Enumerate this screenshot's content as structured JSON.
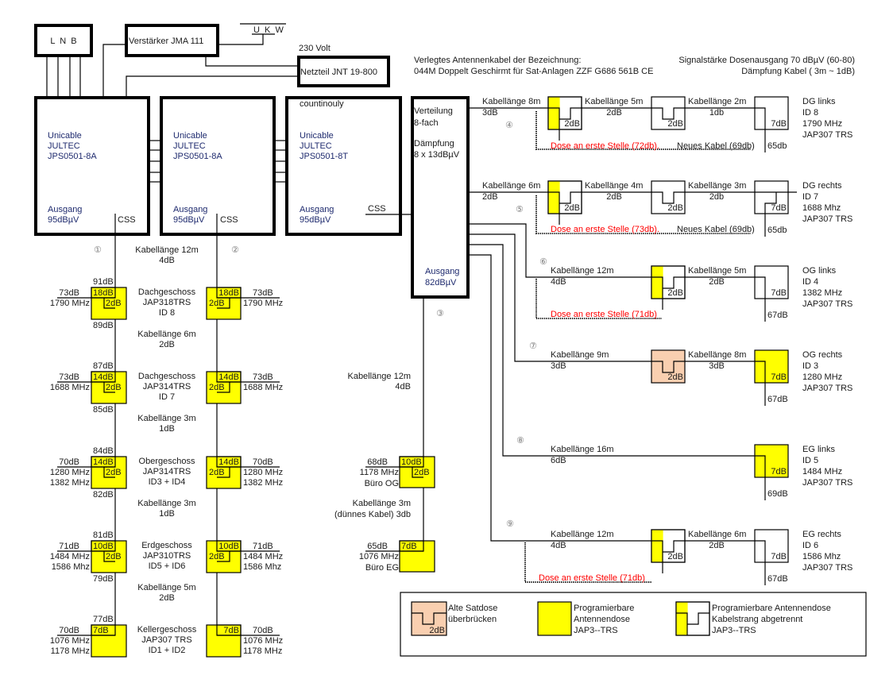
{
  "colors": {
    "yellow": "#FFFF00",
    "old_socket": "#F9CFB0",
    "note_red": "#FF0000",
    "device_text": "#1E2A6E"
  },
  "top": {
    "lnb": "L  N  B",
    "amplifier": "Verstärker JMA 111",
    "ukw": "U  K  W",
    "voltage": "230 Volt",
    "power_supply": "Netzteil JNT 19-800",
    "cable_note": [
      "Verlegtes Antennenkabel der Bezeichnung:",
      "044M Doppelt Geschirmt für Sat-Anlagen ZZF G686 561B CE"
    ],
    "signal_note": [
      "Signalstärke Dosenausgang 70 dBµV (60-80)",
      "Dämpfung Kabel ( 3m ~ 1dB)"
    ]
  },
  "multiswitches": [
    {
      "note": "",
      "lines": [
        "Unicable",
        "JULTEC",
        "JPS0501-8A"
      ],
      "output_label": "Ausgang",
      "output_level": "95dBµV",
      "port": "CSS"
    },
    {
      "note": "",
      "lines": [
        "Unicable",
        "JULTEC",
        "JPS0501-8A"
      ],
      "output_label": "Ausgang",
      "output_level": "95dBµV",
      "port": "CSS"
    },
    {
      "note": "countinouly",
      "lines": [
        "Unicable",
        "JULTEC",
        "JPS0501-8T"
      ],
      "output_label": "Ausgang",
      "output_level": "95dBµV",
      "port": "CSS"
    }
  ],
  "distributor": {
    "lines": [
      "Verteilung",
      "8-fach"
    ],
    "damping": [
      "Dämpfung",
      "8 x 13dBµV"
    ],
    "output_label": "Ausgang",
    "output_level": "82dBµV"
  },
  "circuit_numbers": [
    "①",
    "②",
    "③",
    "④",
    "⑤",
    "⑥",
    "⑦",
    "⑧",
    "⑨"
  ],
  "risers": {
    "trunk_cable": {
      "length": "Kabellänge 12m",
      "loss": "4dB"
    },
    "floors": [
      {
        "name": "Dachgeschoss",
        "model": "JAP318TRS",
        "id": "ID 8",
        "tap": "18dB",
        "through": "2dB",
        "in_level": "91dB",
        "out_level": "89dB",
        "left": {
          "level": "73dB",
          "freqs": [
            "1790 MHz"
          ]
        },
        "right": {
          "level": "73dB",
          "freqs": [
            "1790 MHz"
          ]
        },
        "cable_below": {
          "length": "Kabellänge 6m",
          "loss": "2dB"
        }
      },
      {
        "name": "Dachgeschoss",
        "model": "JAP314TRS",
        "id": "ID 7",
        "tap": "14dB",
        "through": "2dB",
        "in_level": "87dB",
        "out_level": "85dB",
        "left": {
          "level": "73dB",
          "freqs": [
            "1688 MHz"
          ]
        },
        "right": {
          "level": "73dB",
          "freqs": [
            "1688 MHz"
          ]
        },
        "cable_below": {
          "length": "Kabellänge 3m",
          "loss": "1dB"
        }
      },
      {
        "name": "Obergeschoss",
        "model": "JAP314TRS",
        "id": "ID3 + ID4",
        "tap": "14dB",
        "through": "2dB",
        "in_level": "84dB",
        "out_level": "82dB",
        "left": {
          "level": "70dB",
          "freqs": [
            "1280 MHz",
            "1382 MHz"
          ]
        },
        "right": {
          "level": "70dB",
          "freqs": [
            "1280 MHz",
            "1382 MHz"
          ]
        },
        "cable_below": {
          "length": "Kabellänge 3m",
          "loss": "1dB"
        }
      },
      {
        "name": "Erdgeschoss",
        "model": "JAP310TRS",
        "id": "ID5 + ID6",
        "tap": "10dB",
        "through": "2dB",
        "in_level": "81dB",
        "out_level": "79dB",
        "left": {
          "level": "71dB",
          "freqs": [
            "1484 MHz",
            "1586 Mhz"
          ]
        },
        "right": {
          "level": "71dB",
          "freqs": [
            "1484 MHz",
            "1586 Mhz"
          ]
        },
        "cable_below": {
          "length": "Kabellänge 5m",
          "loss": "2dB"
        }
      },
      {
        "name": "Kellergeschoss",
        "model": "JAP307 TRS",
        "id": "ID1 + ID2",
        "tap": "7dB",
        "through": "",
        "in_level": "77dB",
        "out_level": "",
        "left": {
          "level": "70dB",
          "freqs": [
            "1076 MHz",
            "1178 MHz"
          ]
        },
        "right": {
          "level": "70dB",
          "freqs": [
            "1076 MHz",
            "1178 MHz"
          ]
        },
        "cable_below": null
      }
    ]
  },
  "office": {
    "cable1": {
      "length": "Kabellänge 12m",
      "loss": "4dB"
    },
    "cable2": {
      "length": "Kabellänge 3m",
      "loss": "(dünnes Kabel) 3db"
    },
    "sockets": [
      {
        "tap": "10dB",
        "through": "2dB",
        "level": "68dB",
        "freq": "1178 MHz",
        "room": "Büro OG"
      },
      {
        "tap": "7dB",
        "through": "",
        "level": "65dB",
        "freq": "1076 MHz",
        "room": "Büro EG"
      }
    ]
  },
  "branches": [
    {
      "cables": [
        {
          "length": "Kabellänge 8m",
          "loss": "3dB"
        },
        {
          "length": "Kabellänge 5m",
          "loss": "2dB"
        },
        {
          "length": "Kabellänge 2m",
          "loss": "1db"
        }
      ],
      "sockets": [
        {
          "kind": "programmable-separated",
          "loss": "2dB"
        },
        {
          "kind": "bridge",
          "loss": "2dB"
        }
      ],
      "end": {
        "tap": "7dB",
        "level": "65db",
        "room": "DG links",
        "id": "ID 8",
        "freq": "1790 MHz",
        "model": "JAP307 TRS"
      },
      "notes": {
        "first_socket": "Dose an erste Stelle (72db).",
        "new_cable": "Neues Kabel (69db)"
      }
    },
    {
      "cables": [
        {
          "length": "Kabellänge 6m",
          "loss": "2dB"
        },
        {
          "length": "Kabellänge 4m",
          "loss": "2dB"
        },
        {
          "length": "Kabellänge 3m",
          "loss": "2db"
        }
      ],
      "sockets": [
        {
          "kind": "programmable-separated",
          "loss": "2dB"
        },
        {
          "kind": "bridge",
          "loss": "2dB"
        }
      ],
      "end": {
        "tap": "7dB",
        "level": "65db",
        "room": "DG rechts",
        "id": "ID 7",
        "freq": "1688 Mhz",
        "model": "JAP307 TRS"
      },
      "notes": {
        "first_socket": "Dose an erste Stelle (73db).",
        "new_cable": "Neues Kabel (69db)"
      }
    },
    {
      "cables": [
        {
          "length": "Kabellänge 12m",
          "loss": "4dB"
        },
        {
          "length": "Kabellänge 5m",
          "loss": "2dB"
        }
      ],
      "sockets": [
        {
          "kind": "programmable-separated",
          "loss": "2dB"
        }
      ],
      "end": {
        "tap": "7dB",
        "level": "67dB",
        "room": "OG links",
        "id": "ID 4",
        "freq": "1382 MHz",
        "model": "JAP307 TRS"
      },
      "notes": {
        "first_socket": "Dose an erste Stelle (71db)",
        "new_cable": ""
      }
    },
    {
      "cables": [
        {
          "length": "Kabellänge 9m",
          "loss": "3dB"
        },
        {
          "length": "Kabellänge 8m",
          "loss": "3dB"
        }
      ],
      "sockets": [
        {
          "kind": "old-bridged",
          "loss": "2dB"
        }
      ],
      "end": {
        "tap": "7dB",
        "level": "67dB",
        "room": "OG rechts",
        "id": "ID 3",
        "freq": "1280 MHz",
        "model": "JAP307 TRS"
      },
      "notes": {
        "first_socket": "",
        "new_cable": ""
      }
    },
    {
      "cables": [
        {
          "length": "Kabellänge 16m",
          "loss": "6dB"
        }
      ],
      "sockets": [],
      "end": {
        "tap": "7dB",
        "level": "69dB",
        "room": "EG links",
        "id": "ID 5",
        "freq": "1484 MHz",
        "model": "JAP307 TRS"
      },
      "notes": {
        "first_socket": "",
        "new_cable": ""
      }
    },
    {
      "cables": [
        {
          "length": "Kabellänge 12m",
          "loss": "4dB"
        },
        {
          "length": "Kabellänge 6m",
          "loss": "2dB"
        }
      ],
      "sockets": [
        {
          "kind": "programmable-separated",
          "loss": "2dB"
        }
      ],
      "end": {
        "tap": "7dB",
        "level": "67dB",
        "room": "EG rechts",
        "id": "ID 6",
        "freq": "1586 Mhz",
        "model": "JAP307 TRS"
      },
      "notes": {
        "first_socket": "Dose an erste Stelle (71db)",
        "new_cable": ""
      }
    }
  ],
  "legend": [
    {
      "lines": [
        "Alte Satdose",
        "überbrücken"
      ],
      "loss": "2dB"
    },
    {
      "lines": [
        "Programierbare",
        "Antennendose",
        "JAP3--TRS"
      ]
    },
    {
      "lines": [
        "Programierbare Antennendose",
        "Kabelstrang abgetrennt",
        "JAP3--TRS"
      ]
    }
  ]
}
